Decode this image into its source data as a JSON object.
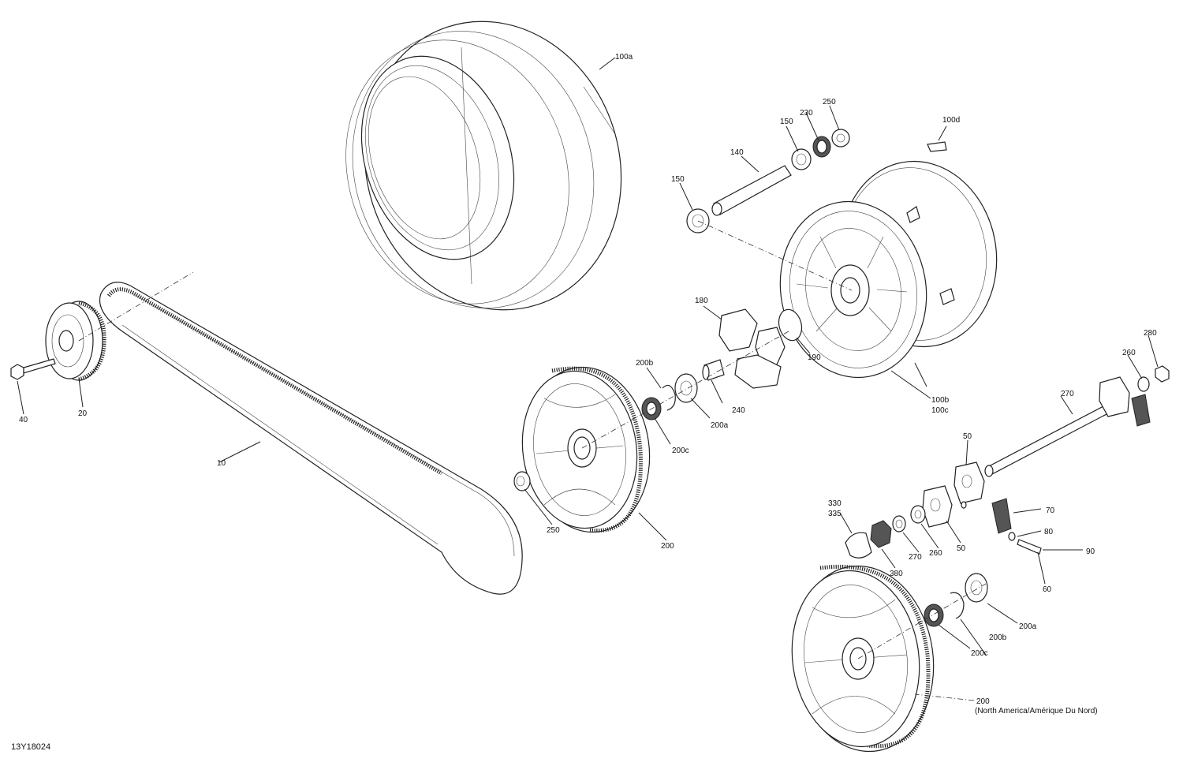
{
  "diagram": {
    "reference": "13Y18024",
    "labels": {
      "l10": "10",
      "l20": "20",
      "l40": "40",
      "l50a": "50",
      "l50b": "50",
      "l60": "60",
      "l70": "70",
      "l80": "80",
      "l90": "90",
      "l100a": "100a",
      "l100b": "100b",
      "l100c": "100c",
      "l100d": "100d",
      "l140": "140",
      "l150a": "150",
      "l150b": "150",
      "l180": "180",
      "l190": "190",
      "l200a_top": "200a",
      "l200b_top": "200b",
      "l200c_top": "200c",
      "l200_top": "200",
      "l230": "230",
      "l240": "240",
      "l250a": "250",
      "l250b": "250",
      "l260a": "260",
      "l260b": "260",
      "l270a": "270",
      "l270b": "270",
      "l280": "280",
      "l330": "330",
      "l335": "335",
      "l380": "380",
      "l200a_bot": "200a",
      "l200b_bot": "200b",
      "l200c_bot": "200c",
      "l200_bot": "200",
      "l200_bot_note": "(North America/Amérique Du Nord)"
    }
  }
}
